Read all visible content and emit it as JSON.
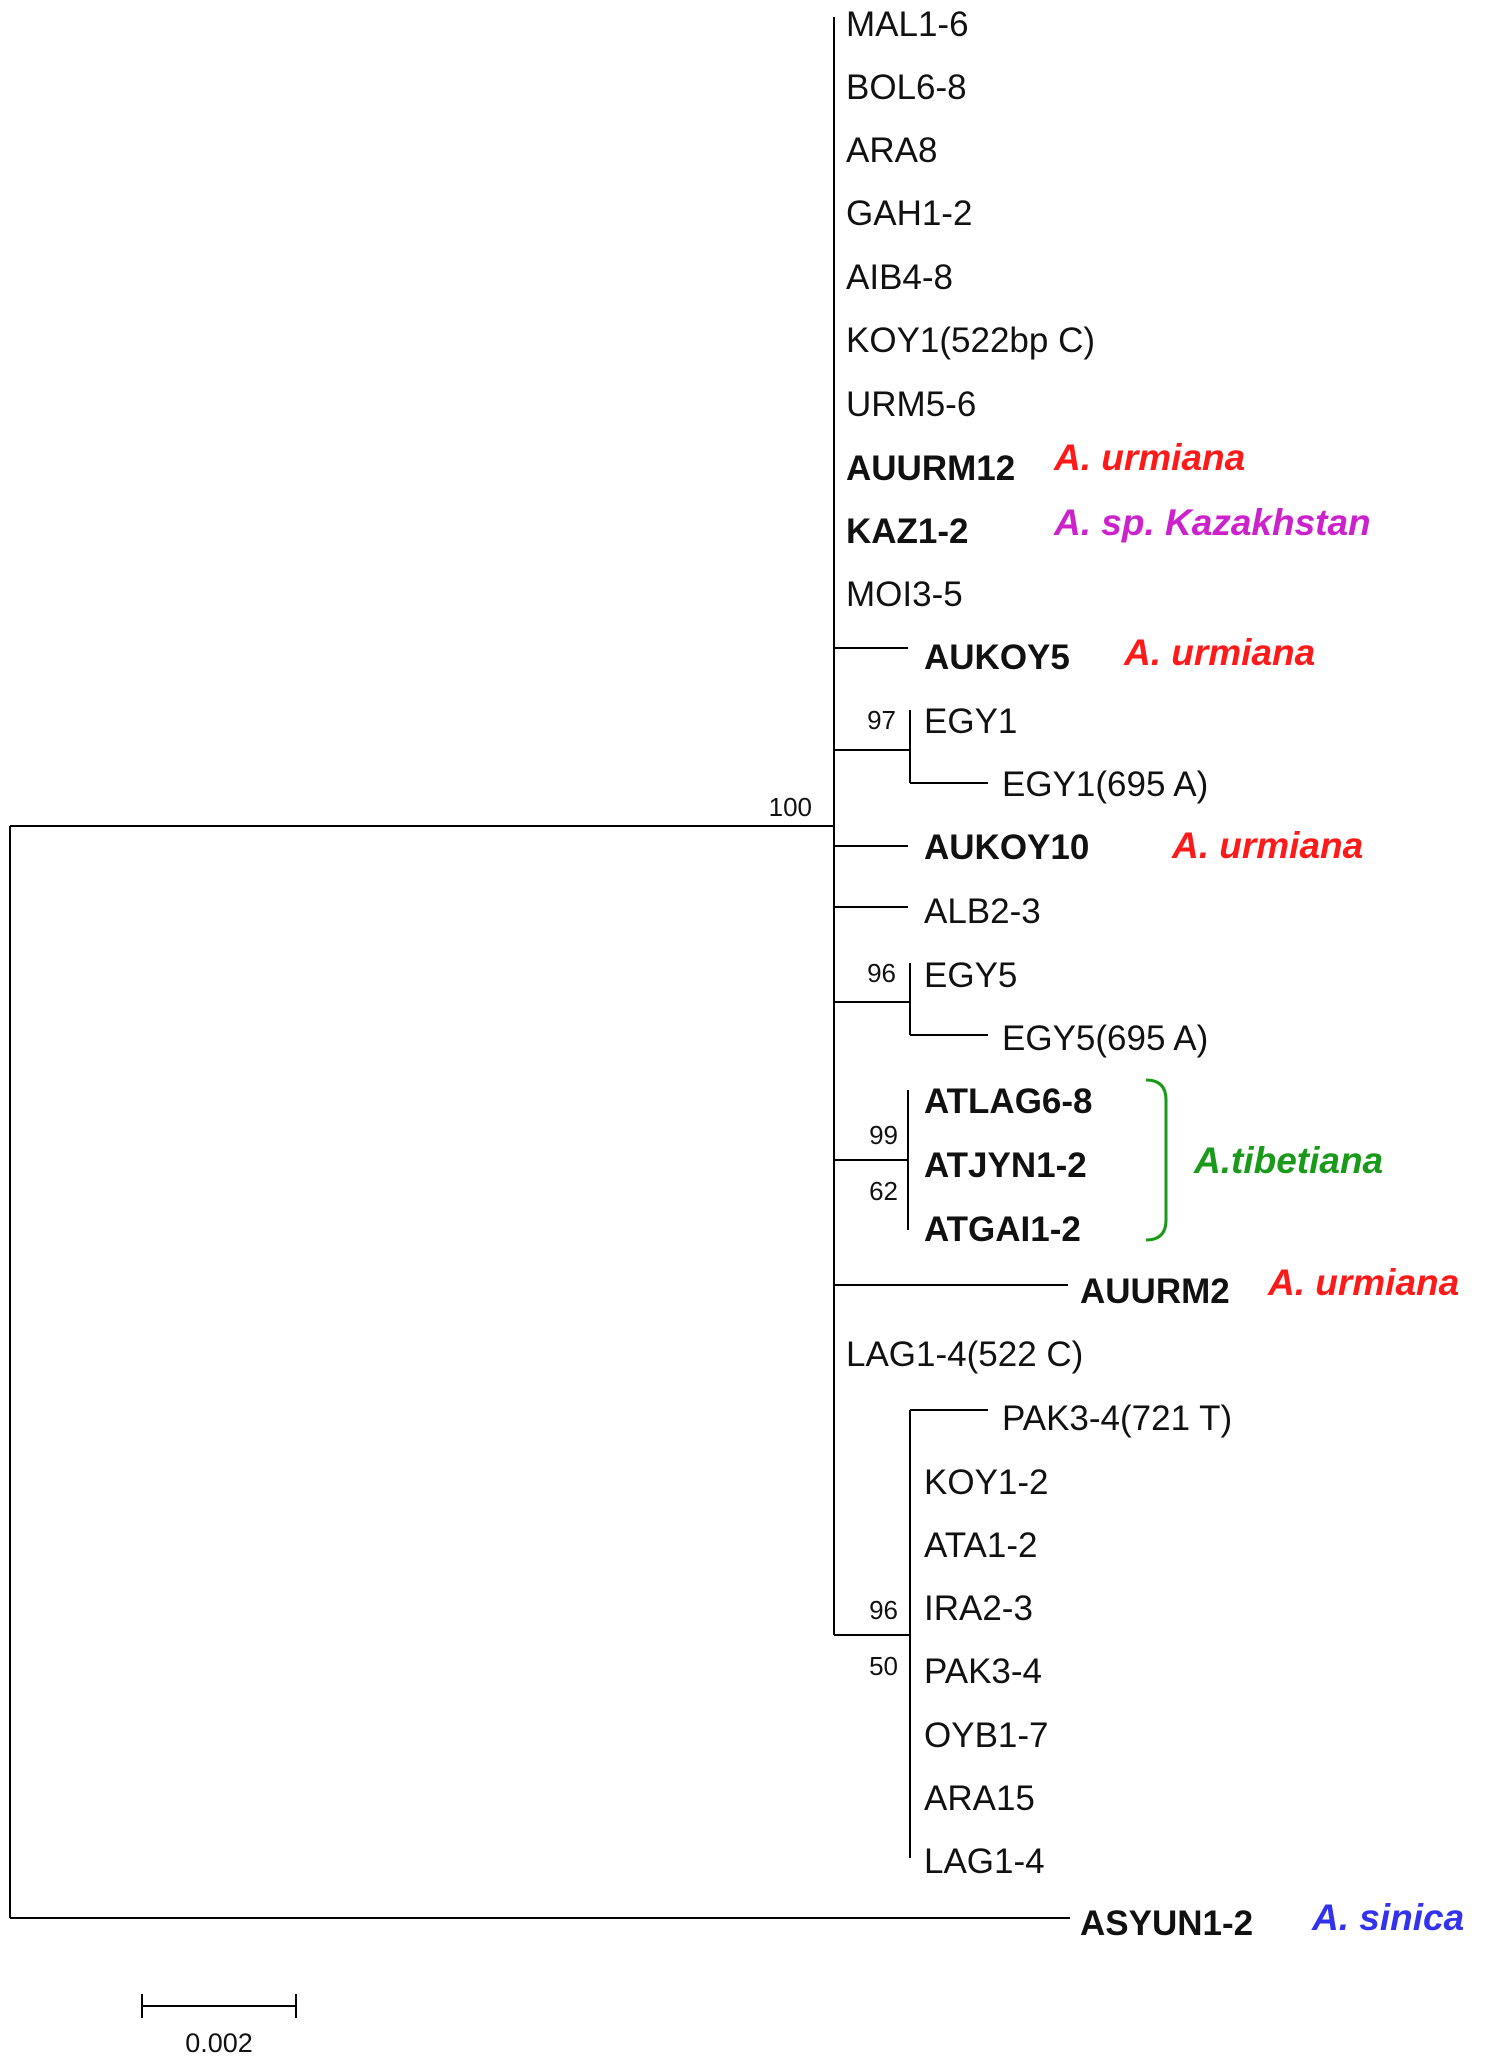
{
  "tree": {
    "colors": {
      "urmiana": "#ff1a1a",
      "kazakhstan": "#cc22cc",
      "tibetiana": "#1a9a1a",
      "sinica": "#3333ee"
    },
    "leaves": {
      "mal16": "MAL1-6",
      "bol68": "BOL6-8",
      "ara8": "ARA8",
      "gah12": "GAH1-2",
      "aib48": "AIB4-8",
      "koy1_522": "KOY1(522bp C)",
      "urm56": "URM5-6",
      "auurm12": "AUURM12",
      "kaz12": "KAZ1-2",
      "moi35": "MOI3-5",
      "aukoy5": "AUKOY5",
      "egy1": "EGY1",
      "egy1_695": "EGY1(695 A)",
      "aukoy10": "AUKOY10",
      "alb23": "ALB2-3",
      "egy5": "EGY5",
      "egy5_695": "EGY5(695 A)",
      "atlag68": "ATLAG6-8",
      "atjyn12": "ATJYN1-2",
      "atgai12": "ATGAI1-2",
      "auurm2": "AUURM2",
      "lag14_522": "LAG1-4(522 C)",
      "pak34_721": "PAK3-4(721 T)",
      "koy12": "KOY1-2",
      "ata12": "ATA1-2",
      "ira23": "IRA2-3",
      "pak34": "PAK3-4",
      "oyb17": "OYB1-7",
      "ara15": "ARA15",
      "lag14": "LAG1-4",
      "asyun12": "ASYUN1-2"
    },
    "species_labels": {
      "auurm12": "A. urmiana",
      "kaz12": "A. sp. Kazakhstan",
      "aukoy5": "A. urmiana",
      "aukoy10": "A. urmiana",
      "tibetiana": "A.tibetiana",
      "auurm2": "A. urmiana",
      "asyun12": "A. sinica"
    },
    "bootstrap": {
      "root_clade": "100",
      "egy1_clade": "97",
      "egy5_clade": "96",
      "tibet_clade": "99",
      "tibet_sub": "62",
      "pak_clade": "96",
      "pak_sub": "50"
    },
    "scale_bar_label": "0.002"
  }
}
